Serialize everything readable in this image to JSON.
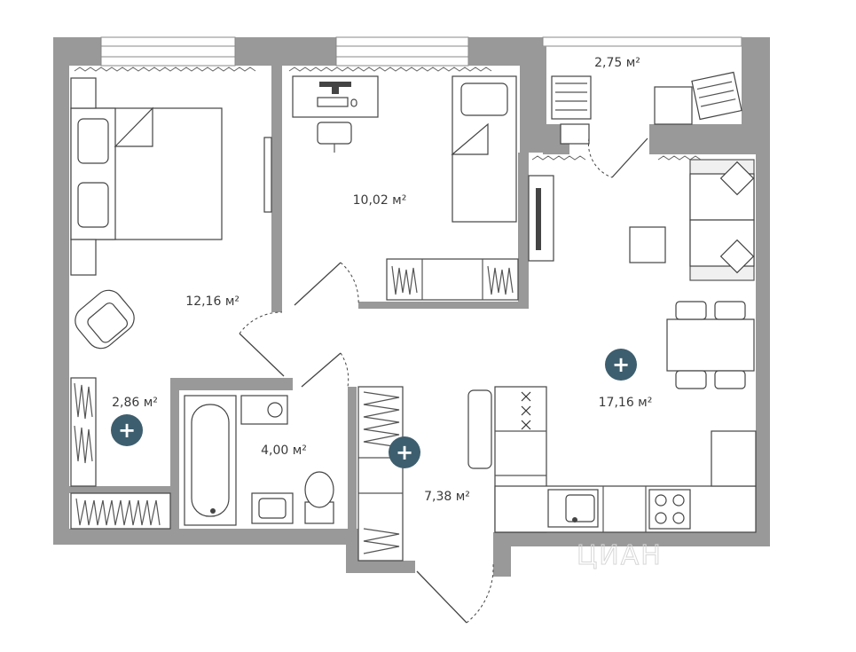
{
  "rooms": [
    {
      "id": "bedroom-large",
      "area": "12,16 м²"
    },
    {
      "id": "bedroom-small",
      "area": "10,02 м²"
    },
    {
      "id": "balcony",
      "area": "2,75 м²"
    },
    {
      "id": "living-kitchen",
      "area": "17,16 м²"
    },
    {
      "id": "wardrobe",
      "area": "2,86 м²"
    },
    {
      "id": "bathroom",
      "area": "4,00 м²"
    },
    {
      "id": "hallway",
      "area": "7,38 м²"
    }
  ],
  "markers": [
    {
      "id": "plus-wardrobe",
      "symbol": "+"
    },
    {
      "id": "plus-hallway",
      "symbol": "+"
    },
    {
      "id": "plus-living",
      "symbol": "+"
    }
  ],
  "watermark": "ЦИАН",
  "colors": {
    "wall": "#999999",
    "marker": "#3d5e6e",
    "line": "#444444"
  },
  "icons": [
    "plus-icon",
    "bed-icon",
    "desk-icon",
    "chair-icon",
    "sofa-icon",
    "bathtub-icon",
    "sink-icon",
    "toilet-icon",
    "stove-icon",
    "washing-machine-icon",
    "lounge-chair-icon",
    "dining-table-icon",
    "wardrobe-icon",
    "tv-icon",
    "armchair-icon"
  ]
}
